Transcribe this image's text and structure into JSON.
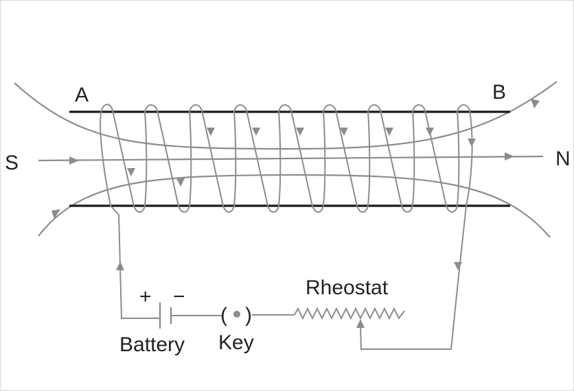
{
  "labels": {
    "end_a": "A",
    "end_b": "B",
    "pole_s": "S",
    "pole_n": "N",
    "plus": "+",
    "minus": "−",
    "battery": "Battery",
    "key": "Key",
    "rheostat": "Rheostat"
  },
  "colors": {
    "field_lines": "#8c8c8c",
    "coil": "#8c8c8c",
    "tube_edges": "#1a1a1a",
    "text": "#222222"
  }
}
